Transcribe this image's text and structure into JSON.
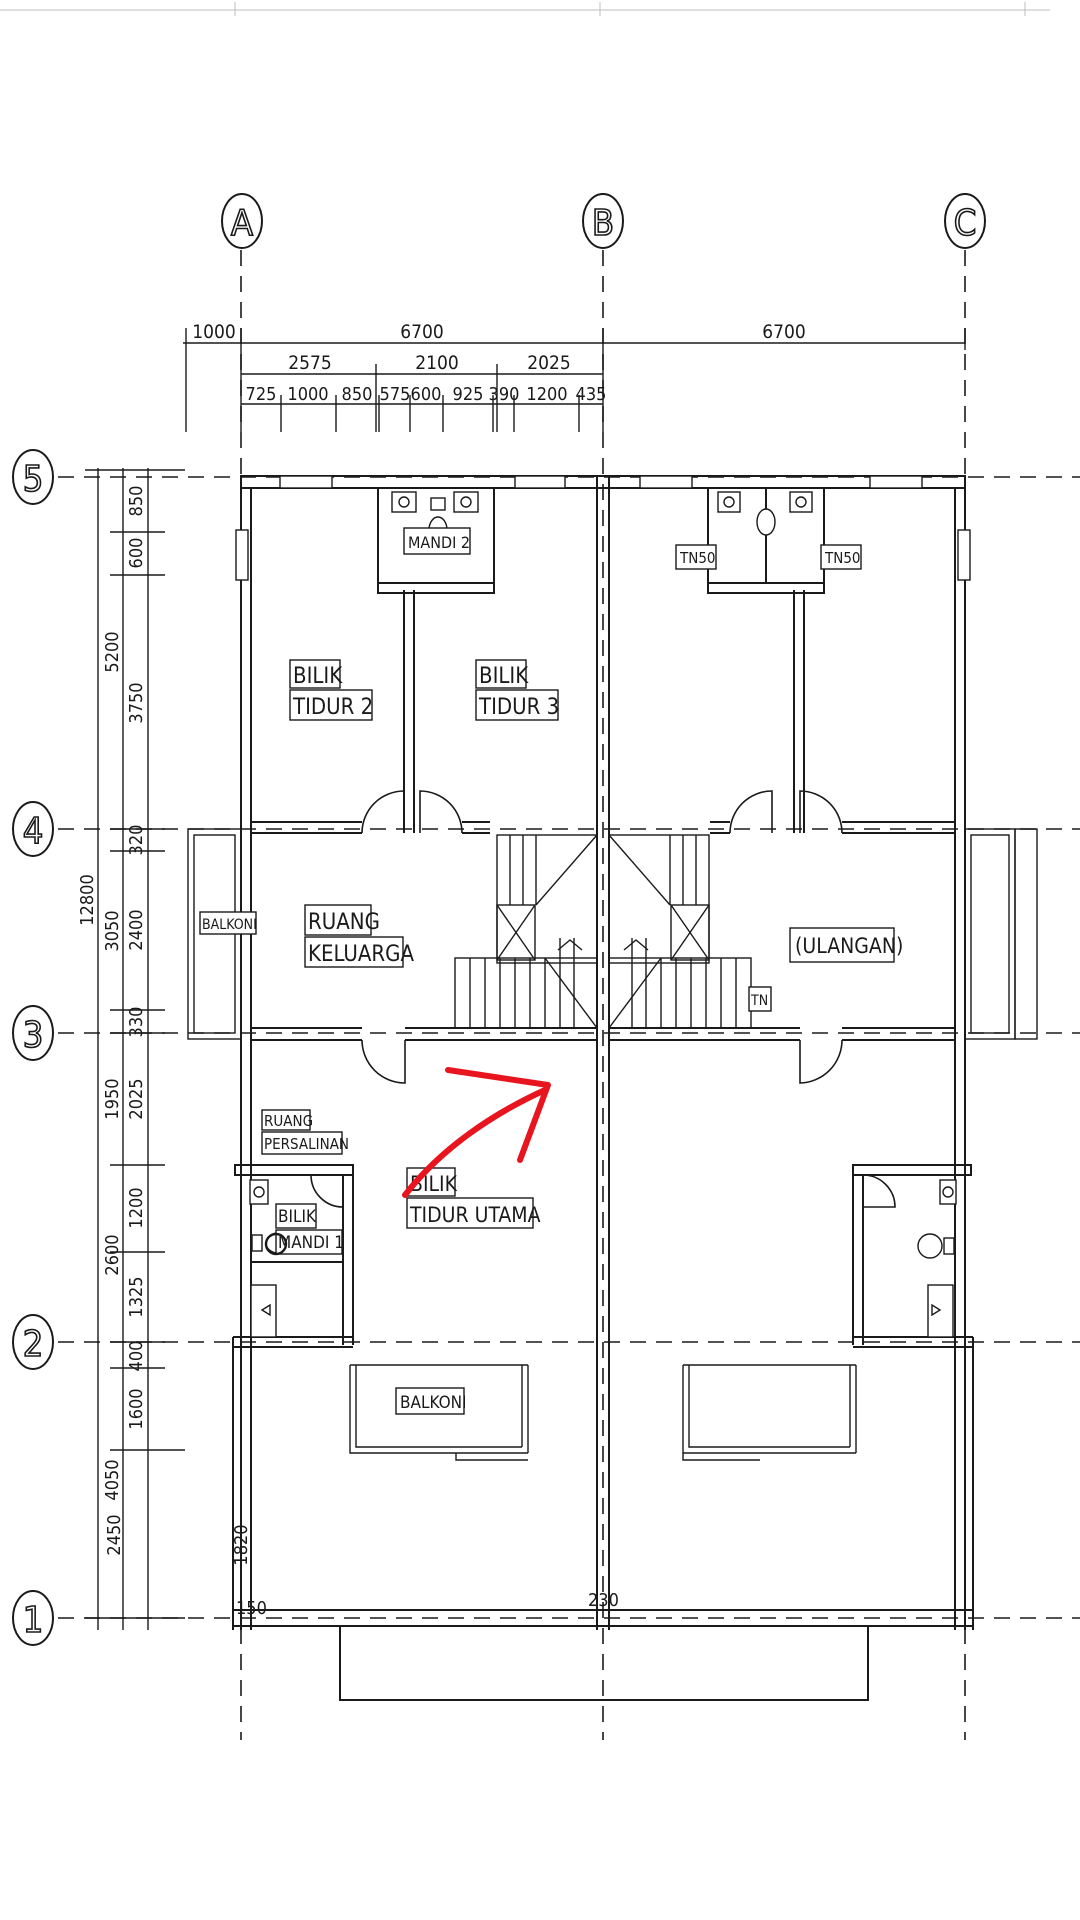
{
  "grid_axes": {
    "columns": [
      "A",
      "B",
      "C"
    ],
    "rows": [
      "5",
      "4",
      "3",
      "2",
      "1"
    ]
  },
  "dimensions_top": {
    "overall": [
      "1000",
      "6700",
      "6700"
    ],
    "second": [
      "2575",
      "2100",
      "2025"
    ],
    "third": [
      "725",
      "1000",
      "850",
      "575",
      "600",
      "925",
      "390",
      "1200",
      "435"
    ]
  },
  "dimensions_left": {
    "overall": [
      "12800"
    ],
    "second": [
      "5200",
      "3050",
      "1950",
      "2600",
      "4050"
    ],
    "third": [
      "850",
      "600",
      "3750",
      "320",
      "2400",
      "330",
      "2025",
      "1200",
      "1325",
      "400",
      "1600",
      "2450"
    ]
  },
  "dimensions_misc": {
    "d1820": "1820",
    "d150": "150",
    "d230": "230"
  },
  "rooms": {
    "bilik_tidur_2": [
      "BILIK",
      "TIDUR  2"
    ],
    "bilik_tidur_3": [
      "BILIK",
      "TIDUR  3"
    ],
    "mandi_2": "MANDI  2",
    "tn50_left": "TN50",
    "tn50_right": "TN50",
    "balkoni_left": "BALKONI",
    "ruang_keluarga": [
      "RUANG",
      "KELUARGA"
    ],
    "ulangan": "(ULANGAN)",
    "tn": "TN",
    "ruang_persalinan": [
      "RUANG",
      "PERSALINAN"
    ],
    "bilik_mandi_1": [
      "BILIK",
      "MANDI  1"
    ],
    "bilik_tidur_utama": [
      "BILIK",
      "TIDUR  UTAMA"
    ],
    "balkoni_front": "BALKONI"
  },
  "colors": {
    "ink": "#1a1a1a",
    "annotation": "#e8141e",
    "paper": "#ffffff"
  }
}
